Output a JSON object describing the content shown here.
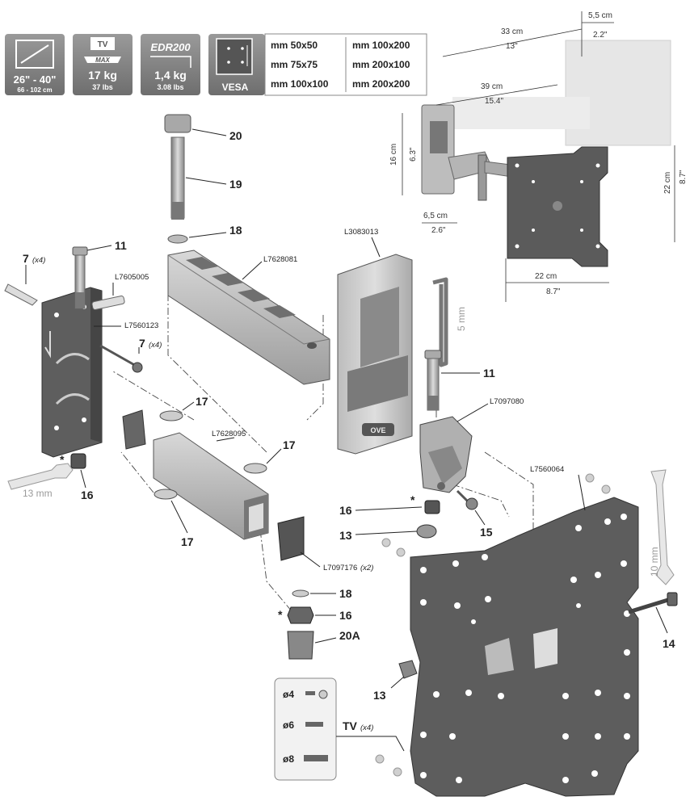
{
  "header": {
    "screen_size": {
      "main": "26\" - 40\"",
      "sub": "66 - 102 cm"
    },
    "load": {
      "badge": "TV",
      "max_label": "MAX",
      "main": "17 kg",
      "sub": "37 lbs"
    },
    "product": {
      "model": "EDR200",
      "main": "1,4 kg",
      "sub": "3.08 lbs"
    },
    "vesa": {
      "label": "VESA",
      "sizes_left": [
        "mm 50x50",
        "mm 75x75",
        "mm 100x100"
      ],
      "sizes_right": [
        "mm 100x200",
        "mm 200x100",
        "mm 200x200"
      ]
    }
  },
  "dimensions": {
    "width_33": {
      "metric": "33 cm",
      "imperial": "13\""
    },
    "depth_55": {
      "metric": "5,5 cm",
      "imperial": "2.2\""
    },
    "reach_39": {
      "metric": "39 cm",
      "imperial": "15.4\""
    },
    "height_16": {
      "metric": "16 cm",
      "imperial": "6.3\""
    },
    "plate_height_22": {
      "metric": "22 cm",
      "imperial": "8.7\""
    },
    "wall_width_65": {
      "metric": "6,5 cm",
      "imperial": "2.6\""
    },
    "plate_width_22": {
      "metric": "22 cm",
      "imperial": "8.7\""
    }
  },
  "part_codes": {
    "wall_plate": "L7605005",
    "wall_bracket": "L7560123",
    "long_arm": "L7628081",
    "cover": "L3083013",
    "short_arm": "L7628095",
    "pivot": "L7097080",
    "tv_plate": "L7560064",
    "end_cap": "L7097176",
    "end_cap_qty": "(x2)"
  },
  "callouts": {
    "c20": "20",
    "c19": "19",
    "c18a": "18",
    "c11a": "11",
    "c7a": "7",
    "c7a_qty": "(x4)",
    "c7b": "7",
    "c7b_qty": "(x4)",
    "c17a": "17",
    "c17b": "17",
    "c17c": "17",
    "c16a": "16",
    "c11b": "11",
    "c16b": "16",
    "c13a": "13",
    "c15": "15",
    "c18b": "18",
    "c16c": "16",
    "c20a": "20A",
    "c13b": "13",
    "c14": "14"
  },
  "tools": {
    "wrench_13": "13 mm",
    "hex_key": "5 mm",
    "wrench_10": "10 mm"
  },
  "screw_kit": {
    "sizes": [
      "ø4",
      "ø6",
      "ø8"
    ],
    "tv_label": "TV",
    "tv_qty": "(x4)"
  },
  "markers": {
    "asterisk": "*"
  }
}
